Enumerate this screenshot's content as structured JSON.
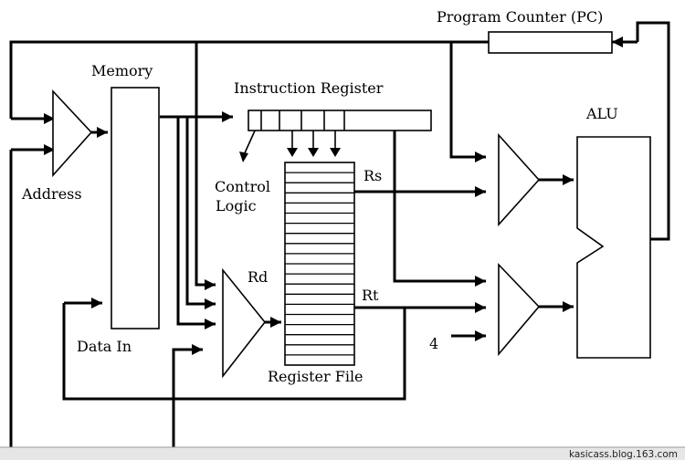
{
  "labels": {
    "program_counter": "Program Counter (PC)",
    "memory": "Memory",
    "instruction_register": "Instruction Register",
    "alu": "ALU",
    "address": "Address",
    "control": "Control",
    "logic": "Logic",
    "rs": "Rs",
    "rd": "Rd",
    "rt": "Rt",
    "data_in": "Data In",
    "register_file": "Register File",
    "constant_four": "4"
  },
  "watermark": "kasicass.blog.163.com"
}
